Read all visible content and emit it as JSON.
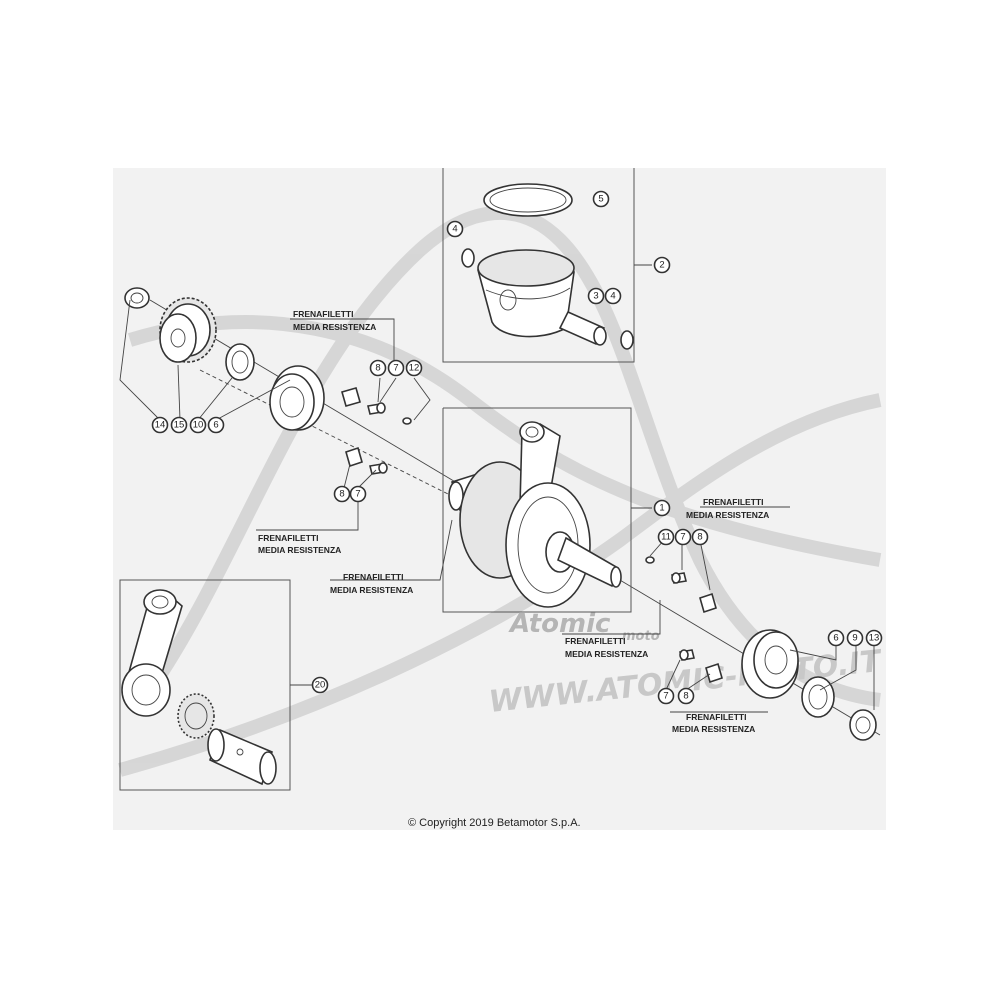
{
  "notes": {
    "frenafiletti_line1": "FRENAFILETTI",
    "frenafiletti_line2": "MEDIA RESISTENZA"
  },
  "copyright": "© Copyright 2019 Betamotor S.p.A.",
  "watermark": {
    "logo_text": "Atomic",
    "logo_sub": "moto",
    "url_text": "WWW.ATOMIC-MOTO.IT",
    "color": "#bdbdbd"
  },
  "callouts": {
    "c1": "1",
    "c2": "2",
    "c3": "3",
    "c4a": "4",
    "c4b": "4",
    "c5": "5",
    "c6a": "6",
    "c6b": "6",
    "c7a": "7",
    "c7b": "7",
    "c7c": "7",
    "c7d": "7",
    "c8a": "8",
    "c8b": "8",
    "c8c": "8",
    "c8d": "8",
    "c9": "9",
    "c10": "10",
    "c11": "11",
    "c12": "12",
    "c13": "13",
    "c14": "14",
    "c15": "15",
    "c20": "20"
  },
  "colors": {
    "background": "#f2f2f2",
    "line": "#333333"
  }
}
